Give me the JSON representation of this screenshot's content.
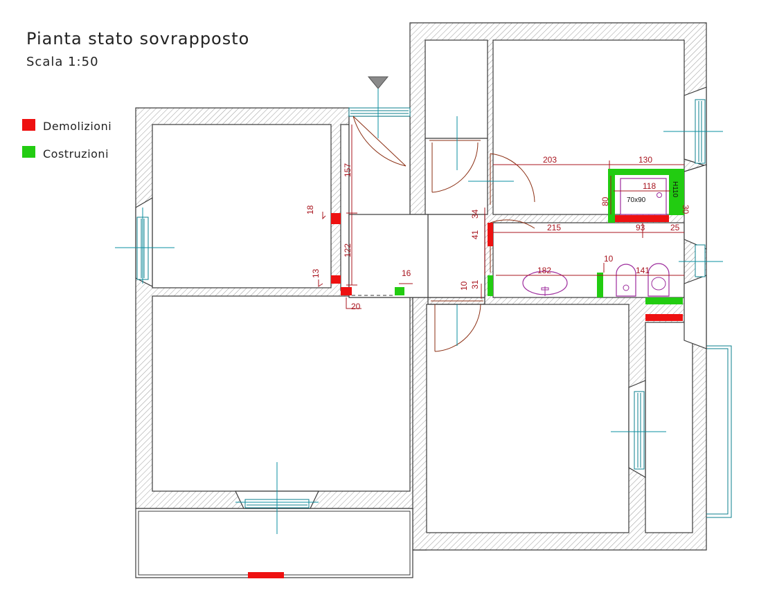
{
  "title": "Pianta stato sovrapposto",
  "subtitle": "Scala 1:50",
  "legend": [
    {
      "label": "Demolizioni",
      "color": "#ee1111"
    },
    {
      "label": "Costruzioni",
      "color": "#22cc11"
    }
  ],
  "dimensions": {
    "d157": "157",
    "d122": "122",
    "d18": "18",
    "d13": "13",
    "d20": "20",
    "d16": "16",
    "d34": "34",
    "d41": "41",
    "d31": "31",
    "d10a": "10",
    "d203": "203",
    "d130": "130",
    "d118": "118",
    "d80": "80",
    "d215": "215",
    "d93": "93",
    "d25": "25",
    "d182": "182",
    "d10b": "10",
    "d141": "141",
    "h110": "H110",
    "d30": "30"
  },
  "shower_label": "70x90",
  "colors": {
    "demolition": "#ee1111",
    "construction": "#22cc11",
    "dimension": "#a8141e",
    "window": "#0a7f8c"
  }
}
